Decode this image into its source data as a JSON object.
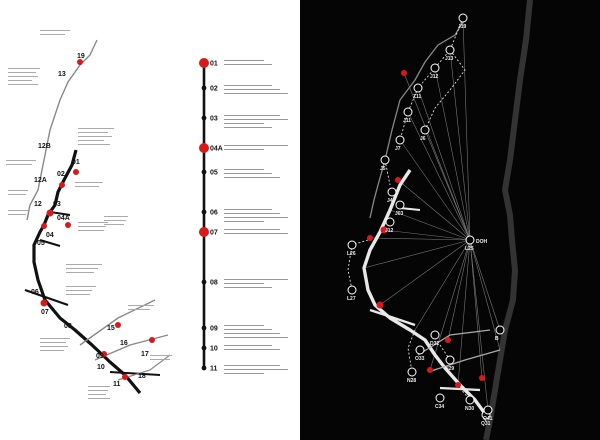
{
  "colors": {
    "accent": "#d7191c",
    "route": "#111111",
    "route_light": "#e8e8e8",
    "bg_right": "#050505"
  },
  "left_map": {
    "labels": [
      "19",
      "13",
      "12B",
      "12A",
      "12",
      "01",
      "02",
      "03",
      "04A",
      "04",
      "05",
      "06",
      "07",
      "08",
      "09",
      "10",
      "11",
      "15",
      "16",
      "17",
      "18"
    ]
  },
  "timeline": {
    "stops": [
      "01",
      "02",
      "03",
      "04A",
      "05",
      "06",
      "07",
      "08",
      "09",
      "10",
      "11"
    ]
  },
  "right_map": {
    "hub_label": "DOH",
    "labels": [
      "J19",
      "J13",
      "J12",
      "Z11",
      "J11",
      "J7",
      "J6",
      "J5",
      "J4",
      "J03",
      "DOH",
      "J12",
      "L25",
      "L26",
      "L27",
      "N28",
      "N29",
      "N30",
      "Q31",
      "D32",
      "O33",
      "C34",
      "Q41",
      "B"
    ]
  }
}
